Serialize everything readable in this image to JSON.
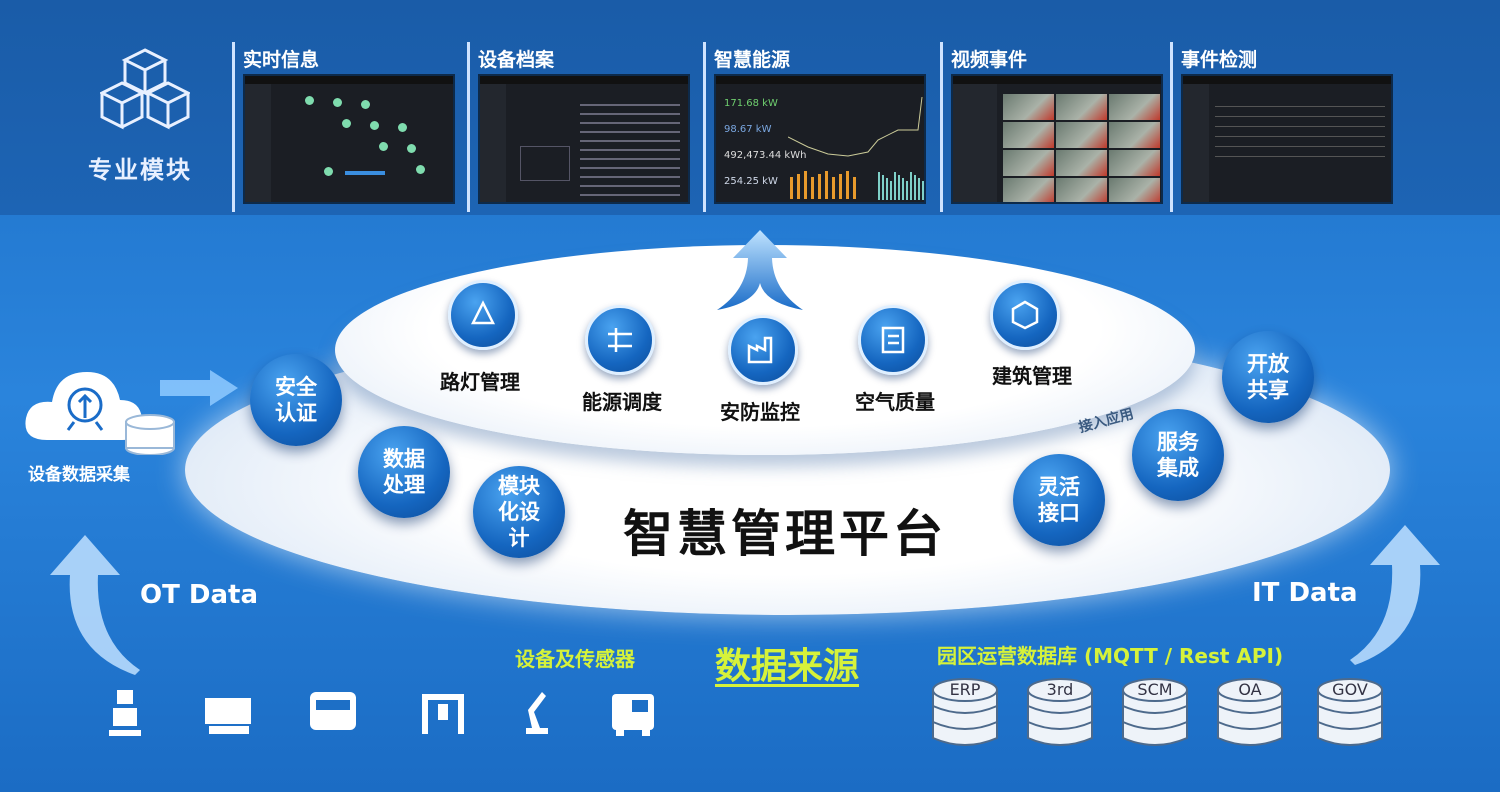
{
  "modules": {
    "label": "专业模块",
    "icon": "cubes-icon",
    "panels": [
      {
        "title": "实时信息",
        "type": "map"
      },
      {
        "title": "设备档案",
        "type": "records"
      },
      {
        "title": "智慧能源",
        "type": "energy",
        "values": [
          "171.68 kW",
          "98.67 kW",
          "492,473.44 kWh",
          "254.25 kW"
        ]
      },
      {
        "title": "视频事件",
        "type": "video"
      },
      {
        "title": "事件检测",
        "type": "table"
      }
    ]
  },
  "platform": {
    "title": "智慧管理平台",
    "ring_label": "接入应用",
    "apps": [
      {
        "label": "路灯管理",
        "icon": "streetlight-icon"
      },
      {
        "label": "能源调度",
        "icon": "energy-icon"
      },
      {
        "label": "安防监控",
        "icon": "factory-icon"
      },
      {
        "label": "空气质量",
        "icon": "document-icon"
      },
      {
        "label": "建筑管理",
        "icon": "network-cube-icon"
      }
    ],
    "features": [
      "安全认证",
      "数据处理",
      "模块化设计",
      "灵活接口",
      "服务集成",
      "开放共享"
    ]
  },
  "collect": {
    "label": "设备数据采集",
    "icon": "cloud-database-icon"
  },
  "ot_label": "OT Data",
  "it_label": "IT Data",
  "sources": {
    "title": "数据来源",
    "devices_label": "设备及传感器",
    "db_label": "园区运营数据库 (MQTT / Rest API)",
    "databases": [
      "ERP",
      "3rd",
      "SCM",
      "OA",
      "GOV"
    ],
    "devices": [
      "robot-icon",
      "cnc-machine-icon",
      "printer-machine-icon",
      "gantry-icon",
      "robot-arm-icon",
      "control-machine-icon"
    ]
  },
  "colors": {
    "accent": "#d6f23a",
    "ball": "#1566c0",
    "background": "#2a84dc"
  }
}
